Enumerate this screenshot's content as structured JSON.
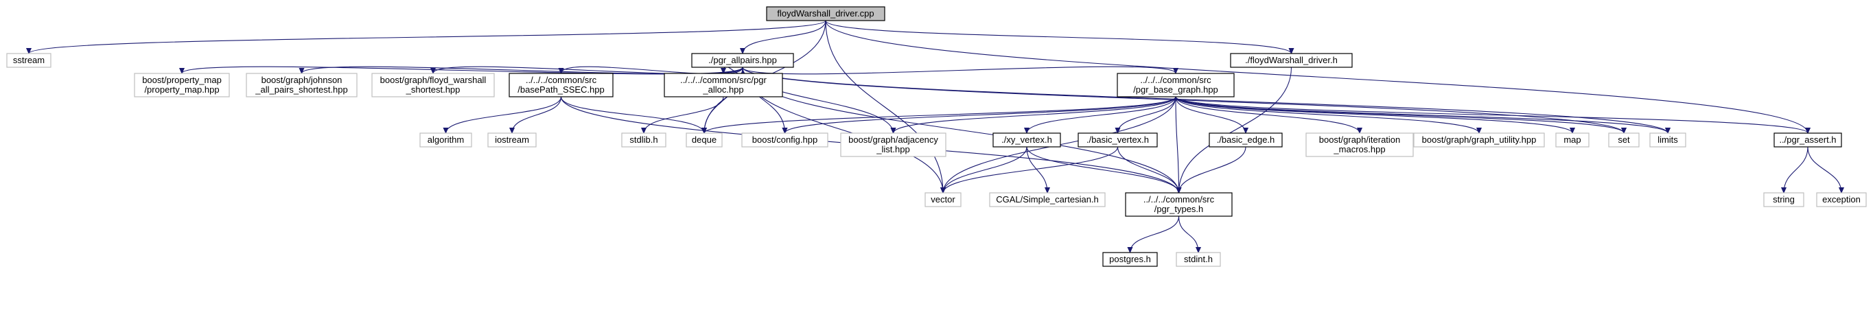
{
  "title": "floydWarshall_driver.cpp",
  "colors": {
    "root_fill": "#bfbfbf",
    "internal_border": "#000000",
    "external_border": "#bfbfbf",
    "edge": "#191970"
  },
  "nodes": [
    {
      "id": "root",
      "lines": [
        "floydWarshall_driver.cpp"
      ],
      "kind": "root"
    },
    {
      "id": "sstream",
      "lines": [
        "sstream"
      ],
      "kind": "external"
    },
    {
      "id": "pgr_allpairs",
      "lines": [
        "./pgr_allpairs.hpp"
      ],
      "kind": "internal"
    },
    {
      "id": "floydWarshall_driver_h",
      "lines": [
        "./floydWarshall_driver.h"
      ],
      "kind": "internal"
    },
    {
      "id": "property_map",
      "lines": [
        "boost/property_map",
        "/property_map.hpp"
      ],
      "kind": "external"
    },
    {
      "id": "johnson",
      "lines": [
        "boost/graph/johnson",
        "_all_pairs_shortest.hpp"
      ],
      "kind": "external"
    },
    {
      "id": "floyd_warshall",
      "lines": [
        "boost/graph/floyd_warshall",
        "_shortest.hpp"
      ],
      "kind": "external"
    },
    {
      "id": "basePath_SSEC",
      "lines": [
        "../../../common/src",
        "/basePath_SSEC.hpp"
      ],
      "kind": "internal"
    },
    {
      "id": "pgr_alloc",
      "lines": [
        "../../../common/src/pgr",
        "_alloc.hpp"
      ],
      "kind": "internal"
    },
    {
      "id": "pgr_base_graph",
      "lines": [
        "../../../common/src",
        "/pgr_base_graph.hpp"
      ],
      "kind": "internal"
    },
    {
      "id": "algorithm",
      "lines": [
        "algorithm"
      ],
      "kind": "external"
    },
    {
      "id": "iostream",
      "lines": [
        "iostream"
      ],
      "kind": "external"
    },
    {
      "id": "stdlib",
      "lines": [
        "stdlib.h"
      ],
      "kind": "external"
    },
    {
      "id": "deque",
      "lines": [
        "deque"
      ],
      "kind": "external"
    },
    {
      "id": "boost_config",
      "lines": [
        "boost/config.hpp"
      ],
      "kind": "external"
    },
    {
      "id": "adjacency_list",
      "lines": [
        "boost/graph/adjacency",
        "_list.hpp"
      ],
      "kind": "external"
    },
    {
      "id": "xy_vertex",
      "lines": [
        "./xy_vertex.h"
      ],
      "kind": "internal"
    },
    {
      "id": "basic_vertex",
      "lines": [
        "./basic_vertex.h"
      ],
      "kind": "internal"
    },
    {
      "id": "basic_edge",
      "lines": [
        "./basic_edge.h"
      ],
      "kind": "internal"
    },
    {
      "id": "iteration_macros",
      "lines": [
        "boost/graph/iteration",
        "_macros.hpp"
      ],
      "kind": "external"
    },
    {
      "id": "graph_utility",
      "lines": [
        "boost/graph/graph_utility.hpp"
      ],
      "kind": "external"
    },
    {
      "id": "map",
      "lines": [
        "map"
      ],
      "kind": "external"
    },
    {
      "id": "set",
      "lines": [
        "set"
      ],
      "kind": "external"
    },
    {
      "id": "limits",
      "lines": [
        "limits"
      ],
      "kind": "external"
    },
    {
      "id": "pgr_assert",
      "lines": [
        "../pgr_assert.h"
      ],
      "kind": "internal"
    },
    {
      "id": "vector",
      "lines": [
        "vector"
      ],
      "kind": "external"
    },
    {
      "id": "simple_cartesian",
      "lines": [
        "CGAL/Simple_cartesian.h"
      ],
      "kind": "external"
    },
    {
      "id": "pgr_types",
      "lines": [
        "../../../common/src",
        "/pgr_types.h"
      ],
      "kind": "internal"
    },
    {
      "id": "string",
      "lines": [
        "string"
      ],
      "kind": "external"
    },
    {
      "id": "exception",
      "lines": [
        "exception"
      ],
      "kind": "external"
    },
    {
      "id": "postgres",
      "lines": [
        "postgres.h"
      ],
      "kind": "internal"
    },
    {
      "id": "stdint",
      "lines": [
        "stdint.h"
      ],
      "kind": "external"
    }
  ],
  "edges": [
    {
      "from": "root",
      "to": "sstream"
    },
    {
      "from": "root",
      "to": "pgr_allpairs"
    },
    {
      "from": "root",
      "to": "floydWarshall_driver_h"
    },
    {
      "from": "root",
      "to": "pgr_assert"
    },
    {
      "from": "root",
      "to": "deque"
    },
    {
      "from": "root",
      "to": "vector"
    },
    {
      "from": "pgr_allpairs",
      "to": "property_map"
    },
    {
      "from": "pgr_allpairs",
      "to": "johnson"
    },
    {
      "from": "pgr_allpairs",
      "to": "floyd_warshall"
    },
    {
      "from": "pgr_allpairs",
      "to": "basePath_SSEC"
    },
    {
      "from": "pgr_allpairs",
      "to": "pgr_alloc"
    },
    {
      "from": "pgr_allpairs",
      "to": "pgr_base_graph"
    },
    {
      "from": "pgr_allpairs",
      "to": "deque"
    },
    {
      "from": "pgr_allpairs",
      "to": "boost_config"
    },
    {
      "from": "pgr_allpairs",
      "to": "adjacency_list"
    },
    {
      "from": "pgr_allpairs",
      "to": "set"
    },
    {
      "from": "pgr_allpairs",
      "to": "limits"
    },
    {
      "from": "pgr_allpairs",
      "to": "vector"
    },
    {
      "from": "pgr_allpairs",
      "to": "pgr_types"
    },
    {
      "from": "floydWarshall_driver_h",
      "to": "pgr_types"
    },
    {
      "from": "basePath_SSEC",
      "to": "algorithm"
    },
    {
      "from": "basePath_SSEC",
      "to": "iostream"
    },
    {
      "from": "basePath_SSEC",
      "to": "deque"
    },
    {
      "from": "basePath_SSEC",
      "to": "pgr_types"
    },
    {
      "from": "pgr_alloc",
      "to": "stdlib"
    },
    {
      "from": "pgr_base_graph",
      "to": "deque"
    },
    {
      "from": "pgr_base_graph",
      "to": "boost_config"
    },
    {
      "from": "pgr_base_graph",
      "to": "adjacency_list"
    },
    {
      "from": "pgr_base_graph",
      "to": "xy_vertex"
    },
    {
      "from": "pgr_base_graph",
      "to": "basic_vertex"
    },
    {
      "from": "pgr_base_graph",
      "to": "basic_edge"
    },
    {
      "from": "pgr_base_graph",
      "to": "iteration_macros"
    },
    {
      "from": "pgr_base_graph",
      "to": "graph_utility"
    },
    {
      "from": "pgr_base_graph",
      "to": "map"
    },
    {
      "from": "pgr_base_graph",
      "to": "set"
    },
    {
      "from": "pgr_base_graph",
      "to": "limits"
    },
    {
      "from": "pgr_base_graph",
      "to": "pgr_assert"
    },
    {
      "from": "pgr_base_graph",
      "to": "vector"
    },
    {
      "from": "pgr_base_graph",
      "to": "pgr_types"
    },
    {
      "from": "xy_vertex",
      "to": "vector"
    },
    {
      "from": "xy_vertex",
      "to": "simple_cartesian"
    },
    {
      "from": "xy_vertex",
      "to": "pgr_types"
    },
    {
      "from": "basic_vertex",
      "to": "vector"
    },
    {
      "from": "basic_vertex",
      "to": "pgr_types"
    },
    {
      "from": "basic_edge",
      "to": "pgr_types"
    },
    {
      "from": "pgr_assert",
      "to": "string"
    },
    {
      "from": "pgr_assert",
      "to": "exception"
    },
    {
      "from": "pgr_types",
      "to": "postgres"
    },
    {
      "from": "pgr_types",
      "to": "stdint"
    }
  ]
}
